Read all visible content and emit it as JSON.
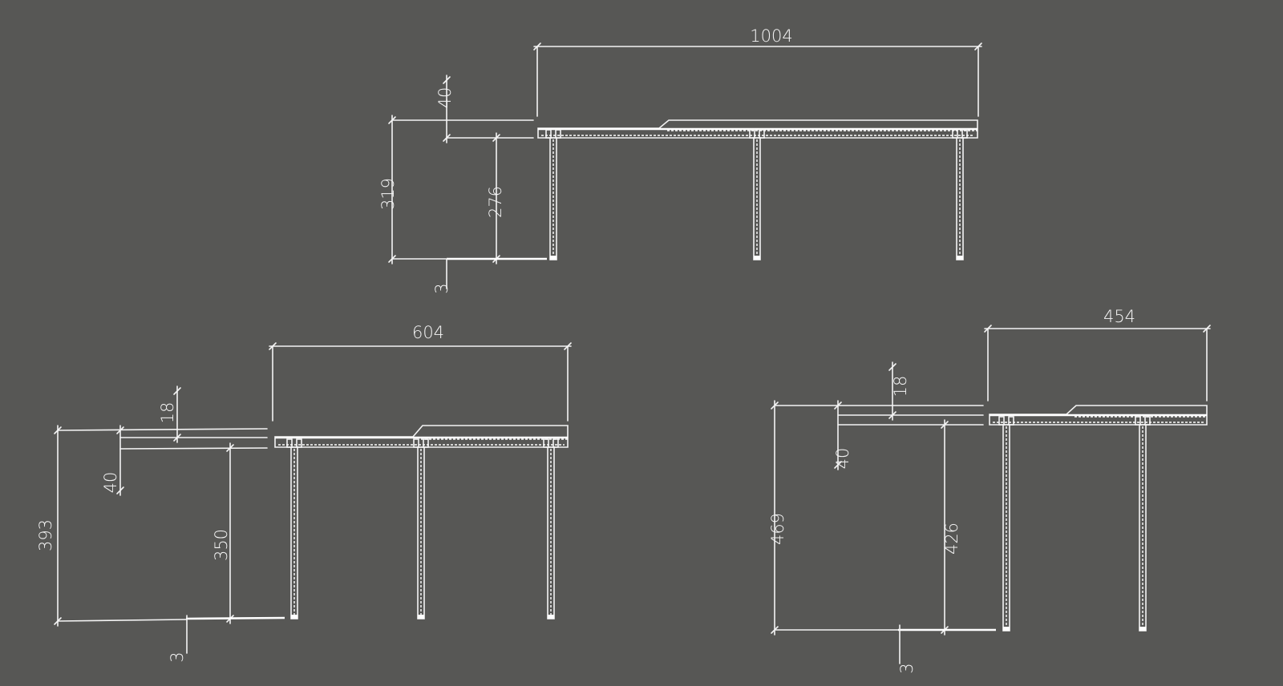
{
  "drawings": [
    {
      "name": "bench-long",
      "dims": {
        "length": "1004",
        "top_thickness": "40",
        "total_height": "319",
        "leg_height": "276",
        "foot": "3"
      }
    },
    {
      "name": "bench-medium",
      "dims": {
        "length": "604",
        "top_step": "18",
        "top_thickness": "40",
        "total_height": "393",
        "leg_height": "350",
        "foot": "3"
      }
    },
    {
      "name": "bench-short",
      "dims": {
        "length": "454",
        "top_step": "18",
        "top_thickness": "40",
        "total_height": "469",
        "leg_height": "426",
        "foot": "3"
      }
    }
  ],
  "colors": {
    "background": "#575755",
    "lines": "#f4f4f4"
  }
}
